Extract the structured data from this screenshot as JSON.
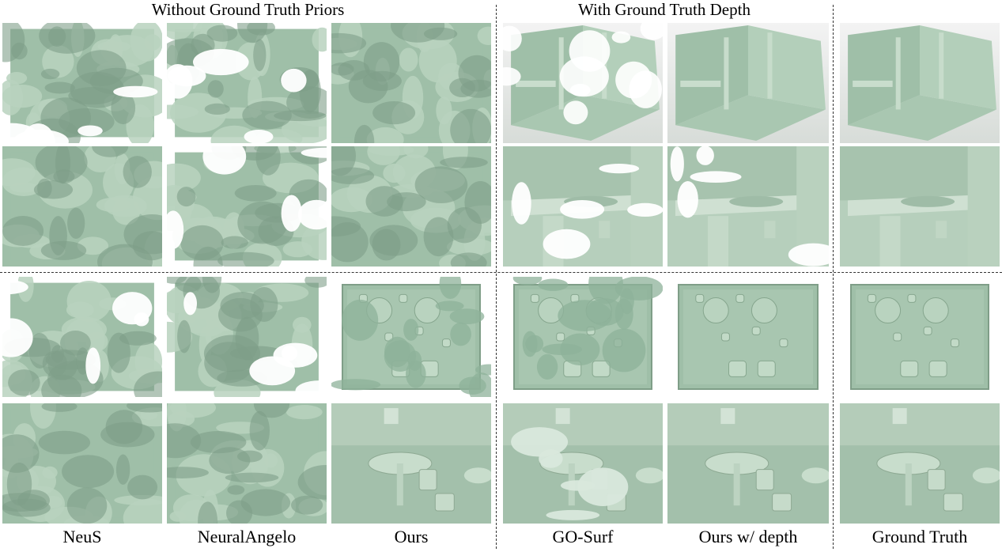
{
  "figure": {
    "group_headers": [
      "Without Ground Truth Priors",
      "With Ground Truth Depth"
    ],
    "column_labels": [
      "NeuS",
      "NeuralAngelo",
      "Ours",
      "GO-Surf",
      "Ours w/ depth",
      "Ground Truth"
    ],
    "mesh_color": "#9fbfa8",
    "rows": [
      "scene-1-overview",
      "scene-1-closeup",
      "scene-2-overview",
      "scene-2-closeup"
    ]
  }
}
